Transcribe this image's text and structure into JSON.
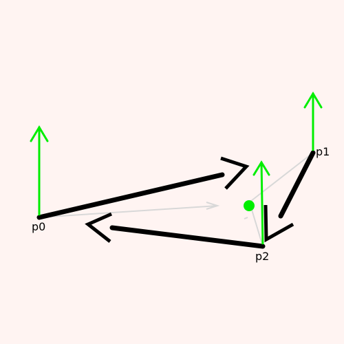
{
  "colors": {
    "background": "#fff4f2",
    "edge": "#000000",
    "normal": "#00ee00",
    "centroid": "#00ee00",
    "faint": "#d8d8d8"
  },
  "vertices": [
    {
      "id": "p0",
      "label": "p0"
    },
    {
      "id": "p1",
      "label": "p1"
    },
    {
      "id": "p2",
      "label": "p2"
    }
  ]
}
